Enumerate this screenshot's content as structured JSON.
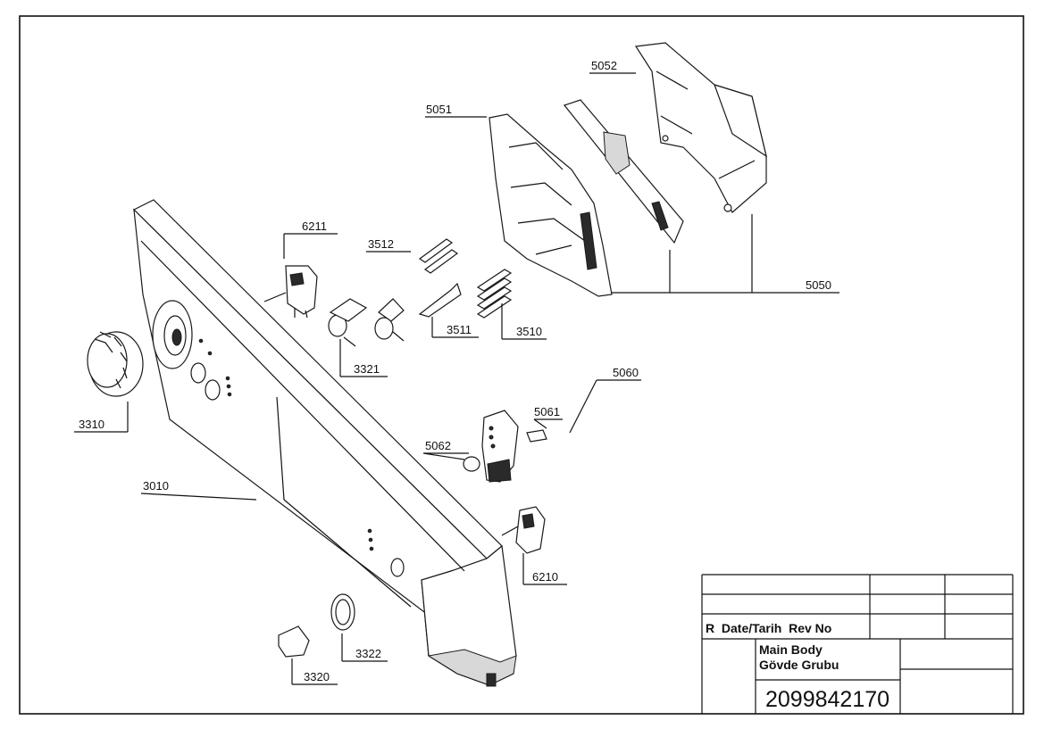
{
  "drawing": {
    "callouts": {
      "c5052": "5052",
      "c5051": "5051",
      "c6211": "6211",
      "c3512": "3512",
      "c5050": "5050",
      "c3511": "3511",
      "c3510": "3510",
      "c3321": "3321",
      "c5060": "5060",
      "c5061": "5061",
      "c3310": "3310",
      "c5062": "5062",
      "c3010": "3010",
      "c6210": "6210",
      "c3322": "3322",
      "c3320": "3320"
    }
  },
  "title_block": {
    "rev_header": "R  Date/Tarih  Rev No",
    "title_line1": "Main Body",
    "title_line2": "Gövde Grubu",
    "drawing_number": "2099842170"
  }
}
